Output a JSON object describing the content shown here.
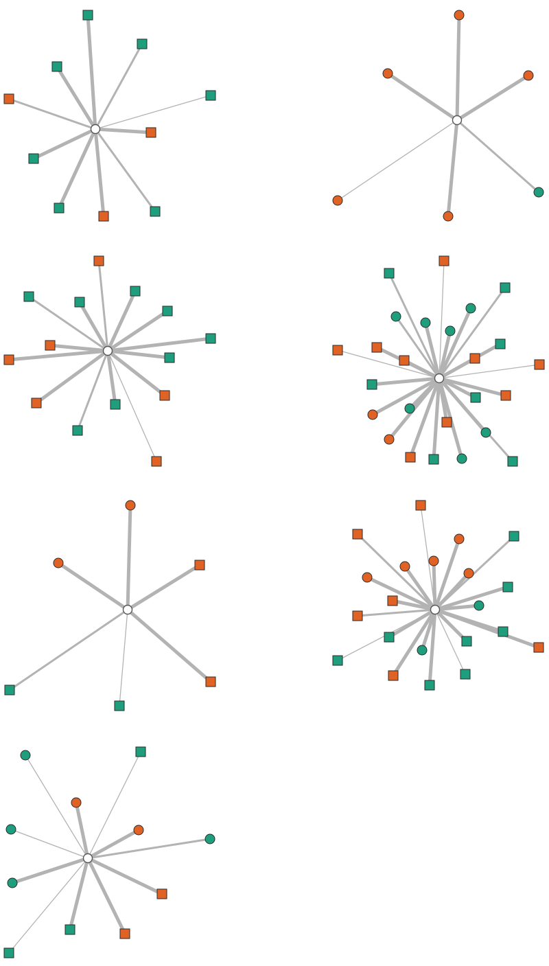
{
  "colors": {
    "orange": "#e06325",
    "teal": "#1f9e7d",
    "edge": "#b3b3b3",
    "center": "#ffffff"
  },
  "panels": [
    {
      "id": "panel-1",
      "leaves": [
        {
          "shape": "square",
          "color": "teal",
          "weight": "heavy"
        },
        {
          "shape": "square",
          "color": "teal",
          "weight": "medium"
        },
        {
          "shape": "square",
          "color": "teal",
          "weight": "heavy"
        },
        {
          "shape": "square",
          "color": "orange",
          "weight": "medium"
        },
        {
          "shape": "square",
          "color": "teal",
          "weight": "thin"
        },
        {
          "shape": "square",
          "color": "orange",
          "weight": "heavy"
        },
        {
          "shape": "square",
          "color": "teal",
          "weight": "heavy"
        },
        {
          "shape": "square",
          "color": "teal",
          "weight": "heavy"
        },
        {
          "shape": "square",
          "color": "orange",
          "weight": "heavy"
        },
        {
          "shape": "square",
          "color": "teal",
          "weight": "medium"
        }
      ]
    },
    {
      "id": "panel-2",
      "leaves": [
        {
          "shape": "circle",
          "color": "orange",
          "weight": "heavy"
        },
        {
          "shape": "circle",
          "color": "orange",
          "weight": "heavy"
        },
        {
          "shape": "circle",
          "color": "orange",
          "weight": "heavy"
        },
        {
          "shape": "circle",
          "color": "orange",
          "weight": "thin"
        },
        {
          "shape": "circle",
          "color": "teal",
          "weight": "medium"
        },
        {
          "shape": "circle",
          "color": "orange",
          "weight": "heavy"
        }
      ]
    },
    {
      "id": "panel-3",
      "leaves": [
        {
          "shape": "square",
          "color": "orange",
          "weight": "medium"
        },
        {
          "shape": "square",
          "color": "teal",
          "weight": "medium"
        },
        {
          "shape": "square",
          "color": "teal",
          "weight": "heavy"
        },
        {
          "shape": "square",
          "color": "teal",
          "weight": "heavy"
        },
        {
          "shape": "square",
          "color": "teal",
          "weight": "heavy"
        },
        {
          "shape": "square",
          "color": "orange",
          "weight": "heavy"
        },
        {
          "shape": "square",
          "color": "teal",
          "weight": "heavy"
        },
        {
          "shape": "square",
          "color": "orange",
          "weight": "heavy"
        },
        {
          "shape": "square",
          "color": "orange",
          "weight": "heavy"
        },
        {
          "shape": "square",
          "color": "teal",
          "weight": "heavy"
        },
        {
          "shape": "square",
          "color": "teal",
          "weight": "heavy"
        },
        {
          "shape": "square",
          "color": "orange",
          "weight": "heavy"
        },
        {
          "shape": "square",
          "color": "teal",
          "weight": "medium"
        },
        {
          "shape": "square",
          "color": "orange",
          "weight": "thin"
        }
      ]
    },
    {
      "id": "panel-4",
      "leaves": [
        {
          "shape": "square",
          "color": "orange",
          "weight": "thin"
        },
        {
          "shape": "square",
          "color": "teal",
          "weight": "medium"
        },
        {
          "shape": "square",
          "color": "teal",
          "weight": "medium"
        },
        {
          "shape": "circle",
          "color": "teal",
          "weight": "medium"
        },
        {
          "shape": "circle",
          "color": "teal",
          "weight": "heavy"
        },
        {
          "shape": "circle",
          "color": "teal",
          "weight": "heavy"
        },
        {
          "shape": "circle",
          "color": "teal",
          "weight": "heavy"
        },
        {
          "shape": "square",
          "color": "orange",
          "weight": "thin"
        },
        {
          "shape": "square",
          "color": "orange",
          "weight": "heavy"
        },
        {
          "shape": "square",
          "color": "orange",
          "weight": "heavy"
        },
        {
          "shape": "square",
          "color": "teal",
          "weight": "heavy"
        },
        {
          "shape": "square",
          "color": "orange",
          "weight": "heavy"
        },
        {
          "shape": "square",
          "color": "orange",
          "weight": "thin"
        },
        {
          "shape": "square",
          "color": "teal",
          "weight": "heavy"
        },
        {
          "shape": "square",
          "color": "teal",
          "weight": "heavy"
        },
        {
          "shape": "square",
          "color": "orange",
          "weight": "heavy"
        },
        {
          "shape": "square",
          "color": "orange",
          "weight": "heavy"
        },
        {
          "shape": "circle",
          "color": "orange",
          "weight": "heavy"
        },
        {
          "shape": "circle",
          "color": "teal",
          "weight": "heavy"
        },
        {
          "shape": "circle",
          "color": "orange",
          "weight": "heavy"
        },
        {
          "shape": "square",
          "color": "orange",
          "weight": "heavy"
        },
        {
          "shape": "square",
          "color": "teal",
          "weight": "heavy"
        },
        {
          "shape": "circle",
          "color": "teal",
          "weight": "heavy"
        },
        {
          "shape": "circle",
          "color": "teal",
          "weight": "heavy"
        },
        {
          "shape": "square",
          "color": "teal",
          "weight": "medium"
        }
      ]
    },
    {
      "id": "panel-5",
      "leaves": [
        {
          "shape": "circle",
          "color": "orange",
          "weight": "heavy"
        },
        {
          "shape": "circle",
          "color": "orange",
          "weight": "heavy"
        },
        {
          "shape": "square",
          "color": "orange",
          "weight": "heavy"
        },
        {
          "shape": "square",
          "color": "teal",
          "weight": "medium"
        },
        {
          "shape": "square",
          "color": "orange",
          "weight": "heavy"
        },
        {
          "shape": "square",
          "color": "teal",
          "weight": "thin"
        }
      ]
    },
    {
      "id": "panel-6",
      "leaves": [
        {
          "shape": "square",
          "color": "orange",
          "weight": "thin"
        },
        {
          "shape": "square",
          "color": "orange",
          "weight": "medium"
        },
        {
          "shape": "circle",
          "color": "orange",
          "weight": "heavy"
        },
        {
          "shape": "circle",
          "color": "orange",
          "weight": "heavy"
        },
        {
          "shape": "circle",
          "color": "orange",
          "weight": "heavy"
        },
        {
          "shape": "square",
          "color": "teal",
          "weight": "medium"
        },
        {
          "shape": "circle",
          "color": "orange",
          "weight": "heavy"
        },
        {
          "shape": "circle",
          "color": "orange",
          "weight": "heavy"
        },
        {
          "shape": "square",
          "color": "teal",
          "weight": "heavy"
        },
        {
          "shape": "circle",
          "color": "teal",
          "weight": "heavy"
        },
        {
          "shape": "square",
          "color": "orange",
          "weight": "heavy"
        },
        {
          "shape": "square",
          "color": "teal",
          "weight": "heavy"
        },
        {
          "shape": "square",
          "color": "orange",
          "weight": "medium"
        },
        {
          "shape": "square",
          "color": "teal",
          "weight": "heavy"
        },
        {
          "shape": "square",
          "color": "teal",
          "weight": "thin"
        },
        {
          "shape": "square",
          "color": "teal",
          "weight": "heavy"
        },
        {
          "shape": "circle",
          "color": "teal",
          "weight": "heavy"
        },
        {
          "shape": "square",
          "color": "orange",
          "weight": "heavy"
        },
        {
          "shape": "square",
          "color": "orange",
          "weight": "heavy"
        },
        {
          "shape": "square",
          "color": "teal",
          "weight": "heavy"
        },
        {
          "shape": "square",
          "color": "teal",
          "weight": "thin"
        }
      ]
    },
    {
      "id": "panel-7",
      "leaves": [
        {
          "shape": "circle",
          "color": "teal",
          "weight": "thin"
        },
        {
          "shape": "circle",
          "color": "orange",
          "weight": "heavy"
        },
        {
          "shape": "square",
          "color": "teal",
          "weight": "thin"
        },
        {
          "shape": "circle",
          "color": "orange",
          "weight": "heavy"
        },
        {
          "shape": "circle",
          "color": "teal",
          "weight": "thin"
        },
        {
          "shape": "circle",
          "color": "teal",
          "weight": "medium"
        },
        {
          "shape": "circle",
          "color": "teal",
          "weight": "heavy"
        },
        {
          "shape": "square",
          "color": "orange",
          "weight": "heavy"
        },
        {
          "shape": "square",
          "color": "teal",
          "weight": "heavy"
        },
        {
          "shape": "square",
          "color": "orange",
          "weight": "heavy"
        },
        {
          "shape": "square",
          "color": "teal",
          "weight": "thin"
        }
      ]
    }
  ]
}
